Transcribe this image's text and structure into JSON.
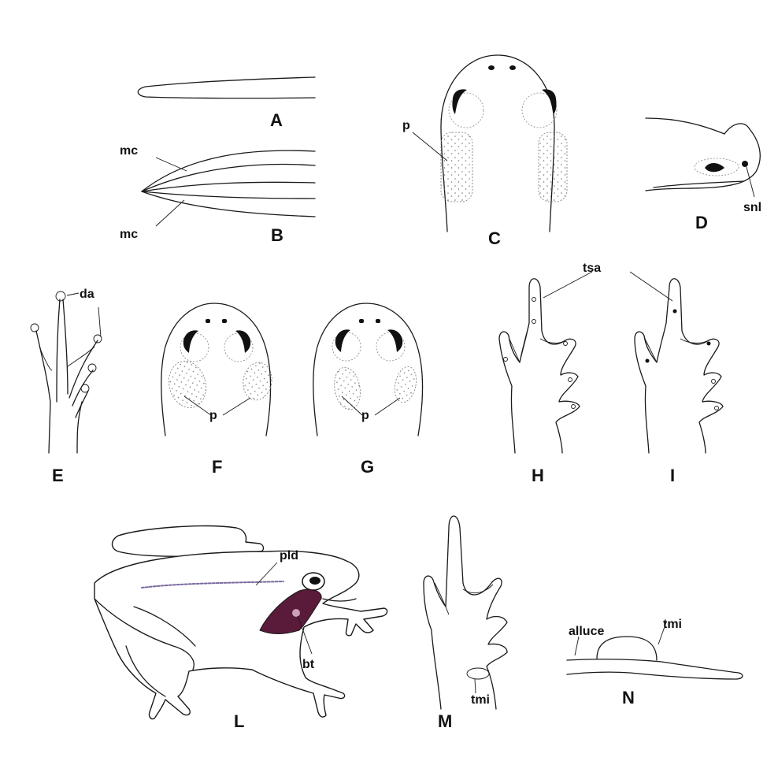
{
  "panels": {
    "A": "A",
    "B": "B",
    "C": "C",
    "D": "D",
    "E": "E",
    "F": "F",
    "G": "G",
    "H": "H",
    "I": "I",
    "L": "L",
    "M": "M",
    "N": "N"
  },
  "annotations": {
    "mc": "mc",
    "p": "p",
    "snl": "snl",
    "da": "da",
    "tsa": "tsa",
    "pld": "pld",
    "bt": "bt",
    "tmi": "tmi",
    "alluce": "alluce"
  },
  "colors": {
    "tympanum_band": "#5a1a3a",
    "lateral_line": "#7a6aa0"
  }
}
